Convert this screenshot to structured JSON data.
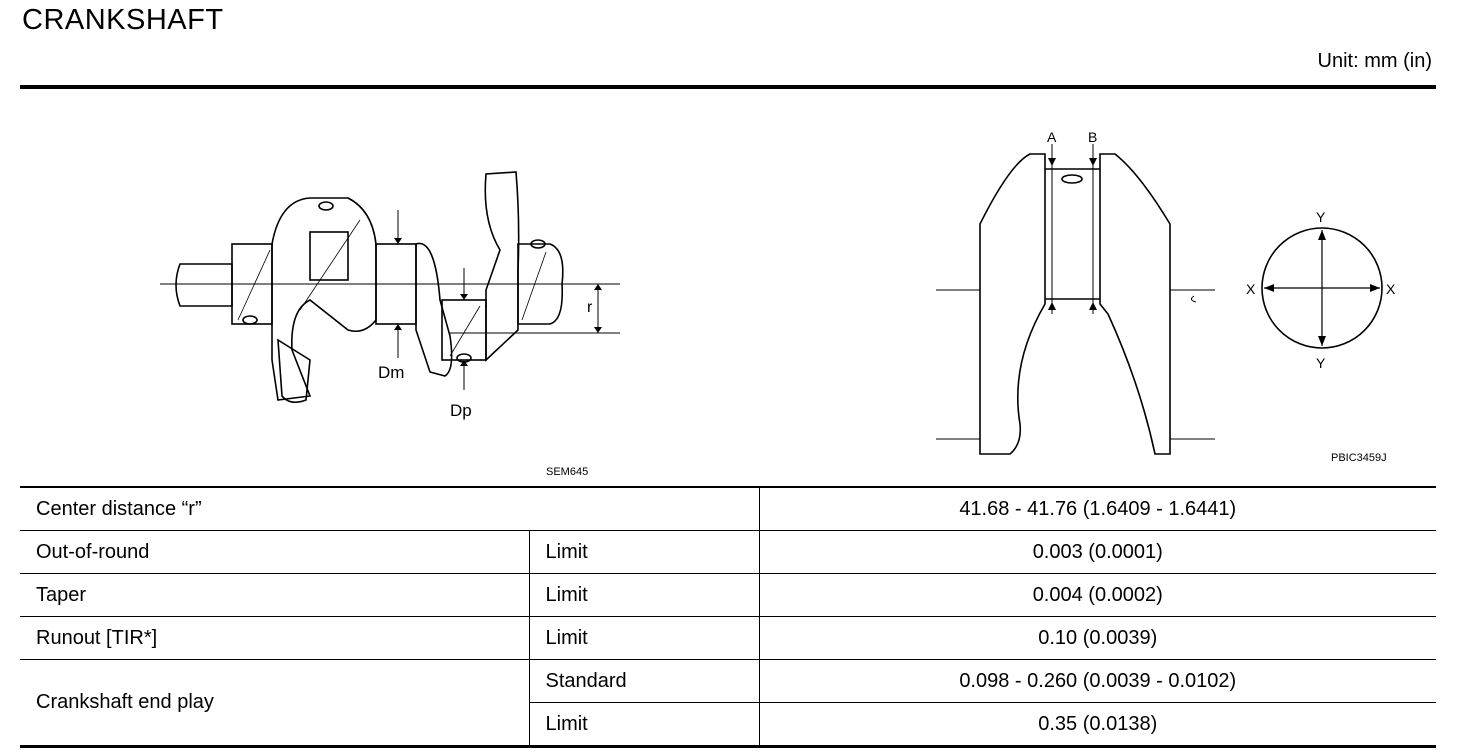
{
  "header": {
    "title": "CRANKSHAFT",
    "unit": "Unit: mm (in)"
  },
  "figures": {
    "left": {
      "code": "SEM645",
      "labels": {
        "dm": "Dm",
        "dp": "Dp",
        "r": "r"
      }
    },
    "right": {
      "code": "PBIC3459J",
      "labels": {
        "a": "A",
        "b": "B",
        "x_left": "X",
        "x_right": "X",
        "y_top": "Y",
        "y_bottom": "Y"
      }
    }
  },
  "spec_table": {
    "center_distance": {
      "label": "Center distance “r”",
      "value": "41.68 - 41.76 (1.6409 - 1.6441)"
    },
    "out_of_round": {
      "label": "Out-of-round",
      "sub": "Limit",
      "value": "0.003 (0.0001)"
    },
    "taper": {
      "label": "Taper",
      "sub": "Limit",
      "value": "0.004 (0.0002)"
    },
    "runout": {
      "label": "Runout [TIR*]",
      "sub": "Limit",
      "value": "0.10 (0.0039)"
    },
    "end_play": {
      "label": "Crankshaft end play",
      "standard_label": "Standard",
      "standard_value": "0.098 - 0.260 (0.0039 - 0.0102)",
      "limit_label": "Limit",
      "limit_value": "0.35 (0.0138)"
    }
  }
}
